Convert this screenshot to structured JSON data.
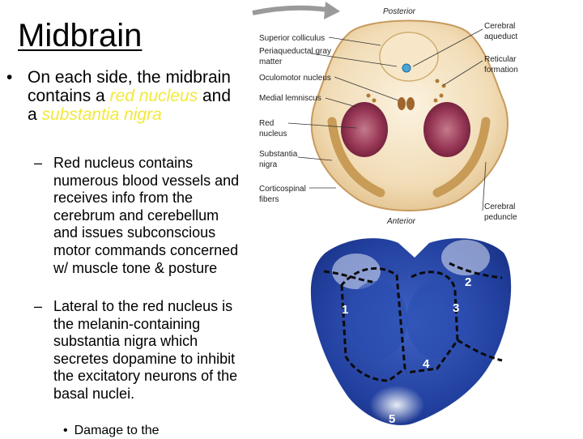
{
  "title": "Midbrain",
  "bullet1": {
    "marker": "•",
    "part1": "On each side, the midbrain contains a ",
    "red_nucleus": "red nucleus",
    "part2": " and a ",
    "substantia_nigra": "substantia nigra"
  },
  "sub1": {
    "marker": "–",
    "text": "Red nucleus contains numerous blood vessels and receives info from the cerebrum and cerebellum and issues subconscious motor commands concerned w/ muscle tone & posture"
  },
  "sub2": {
    "marker": "–",
    "text": "Lateral to the red nucleus is the melanin-containing substantia nigra which secretes dopamine to inhibit the excitatory neurons of the basal nuclei."
  },
  "sub3": {
    "marker": "•",
    "text": "Damage to the"
  },
  "diagram": {
    "posterior": "Posterior",
    "anterior": "Anterior",
    "left_labels": [
      "Superior colliculus",
      "Periaqueductal gray",
      "matter",
      "Oculomotor nucleus",
      "Medial lemniscus",
      "Red",
      "nucleus",
      "Substantia",
      "nigra",
      "Corticospinal",
      "fibers"
    ],
    "right_labels": [
      "Cerebral",
      "aqueduct",
      "Reticular",
      "formation",
      "Cerebral",
      "peduncle"
    ]
  },
  "stain_labels": [
    "1",
    "2",
    "3",
    "4",
    "5"
  ],
  "colors": {
    "text": "#000000",
    "highlight": "#f3e93a",
    "stain_blue": "#1f3f9e",
    "tissue": "#f4e3c3",
    "red_nucleus": "#8a2c4a"
  }
}
